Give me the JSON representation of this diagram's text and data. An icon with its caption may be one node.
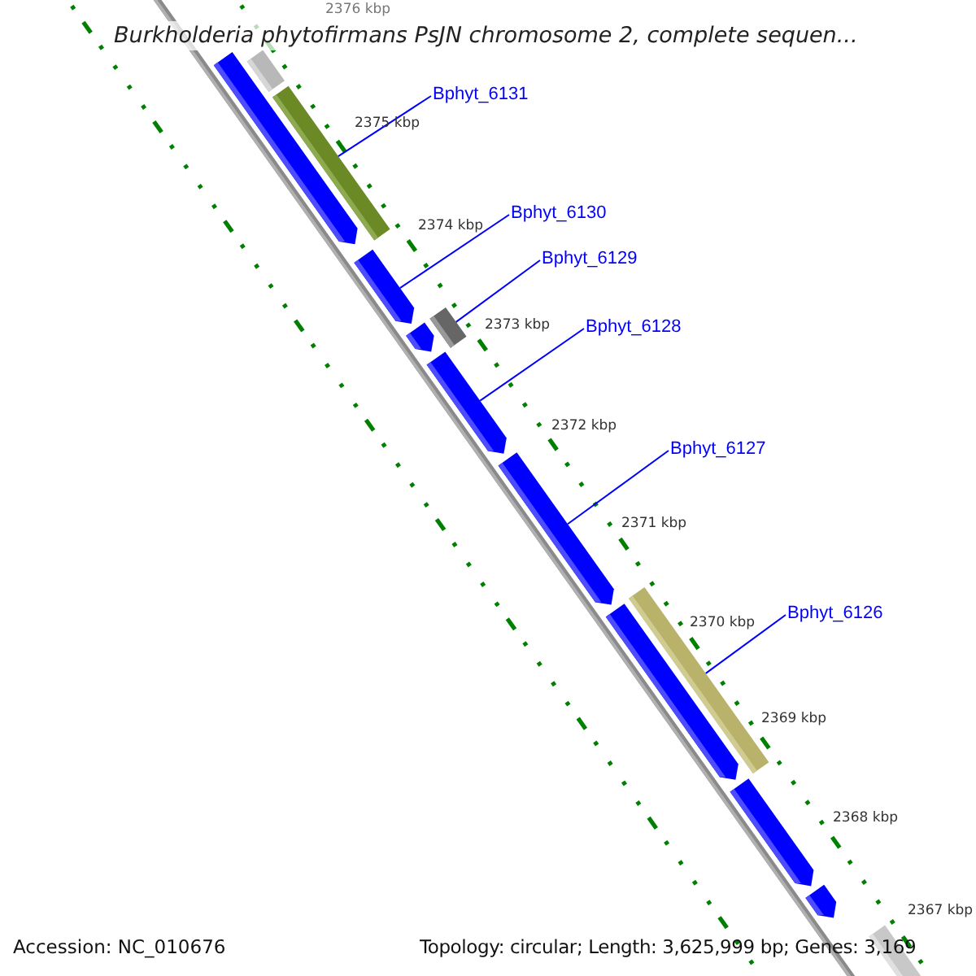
{
  "diagram": {
    "title": "Burkholderia phytofirmans PsJN chromosome 2, complete sequen...",
    "nodes": [
      {
        "text": [
          "Bphyt_6131"
        ]
      },
      {
        "text": [
          "Bphyt_6130"
        ]
      },
      {
        "text": [
          "Bphyt_6129"
        ]
      },
      {
        "text": [
          "Bphyt_6128"
        ]
      },
      {
        "text": [
          "Bphyt_6127"
        ]
      },
      {
        "text": [
          "Bphyt_6126"
        ]
      },
      {
        "text": [],
        "shape": "bar"
      },
      {
        "text": [],
        "shape": "arrow"
      },
      {
        "text": [],
        "shape": "bar"
      },
      {
        "text": [],
        "shape": "arrow"
      },
      {
        "text": [],
        "shape": "arrow"
      },
      {
        "text": [],
        "shape": "bar"
      },
      {
        "text": [],
        "shape": "arrow"
      },
      {
        "text": [],
        "shape": "arrow"
      },
      {
        "text": [],
        "shape": "bar"
      },
      {
        "text": [],
        "shape": "arrow"
      },
      {
        "text": [],
        "shape": "arrow"
      },
      {
        "text": [],
        "shape": "arrow"
      },
      {
        "text": [],
        "shape": "bar"
      }
    ],
    "edges": [
      {
        "from": 0,
        "to": 8,
        "arrow": "none"
      },
      {
        "from": 1,
        "to": 9,
        "arrow": "none"
      },
      {
        "from": 2,
        "to": 11,
        "arrow": "none"
      },
      {
        "from": 3,
        "to": 12,
        "arrow": "none"
      },
      {
        "from": 4,
        "to": 13,
        "arrow": "none"
      },
      {
        "from": 5,
        "to": 14,
        "arrow": "none"
      }
    ],
    "labels": [
      "2376 kbp",
      "2375 kbp",
      "2374 kbp",
      "2373 kbp",
      "2372 kbp",
      "2371 kbp",
      "2370 kbp",
      "2369 kbp",
      "2368 kbp",
      "2367 kbp",
      "Accession: NC_010676",
      "Topology: circular; Length: 3,625,999 bp; Genes: 3,169"
    ]
  }
}
